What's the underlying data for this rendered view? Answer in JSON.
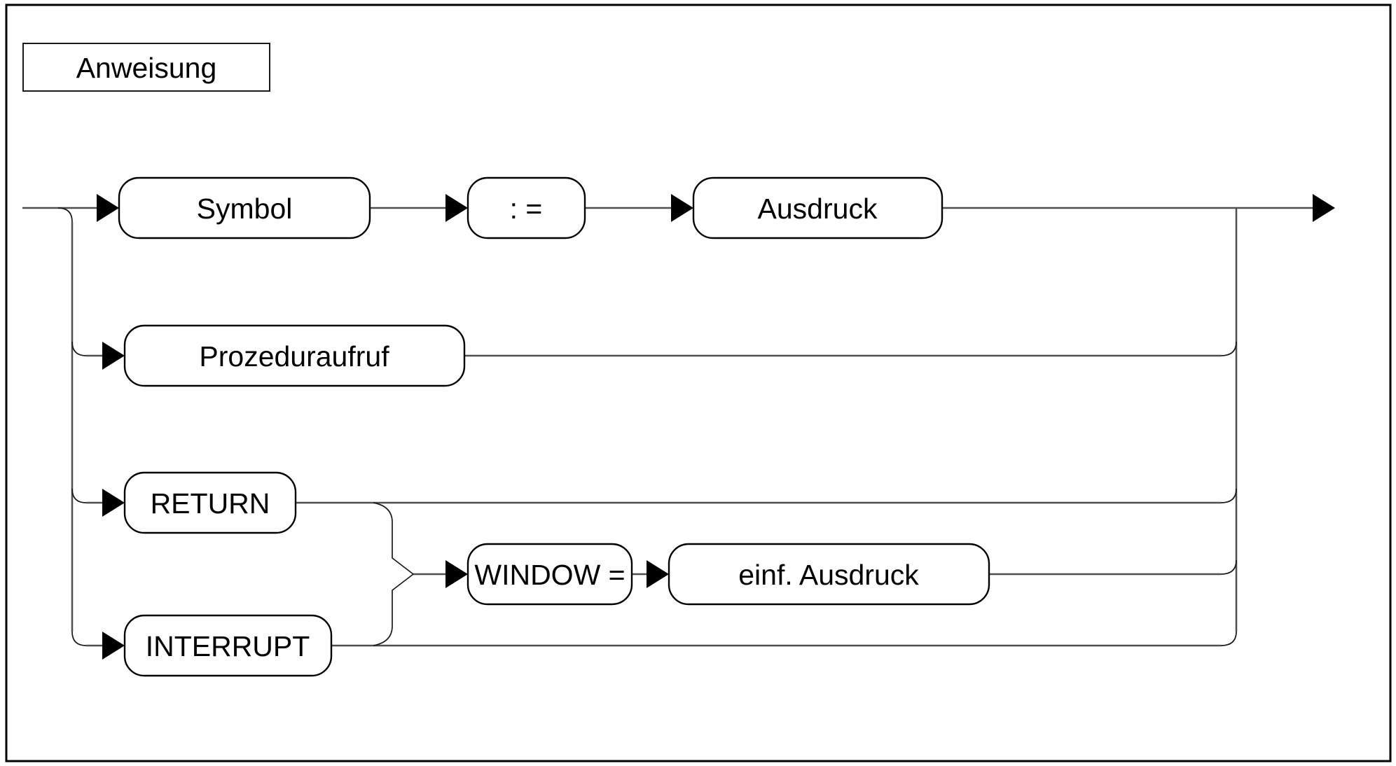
{
  "colors": {
    "connector": "#4f4f4f",
    "bend": "#191919",
    "node_border": "#000000",
    "arrow_fill": "#000000",
    "text": "#000000",
    "background": "#ffffff"
  },
  "diagram": {
    "title": "Anweisung",
    "nodes": {
      "symbol": {
        "label": "Symbol"
      },
      "assign": {
        "label": ": ="
      },
      "ausdruck": {
        "label": "Ausdruck"
      },
      "prozeduraufruf": {
        "label": "Prozeduraufruf"
      },
      "return": {
        "label": "RETURN"
      },
      "interrupt": {
        "label": "INTERRUPT"
      },
      "window": {
        "label": "WINDOW ="
      },
      "einf_ausdruck": {
        "label": "einf. Ausdruck"
      }
    }
  }
}
